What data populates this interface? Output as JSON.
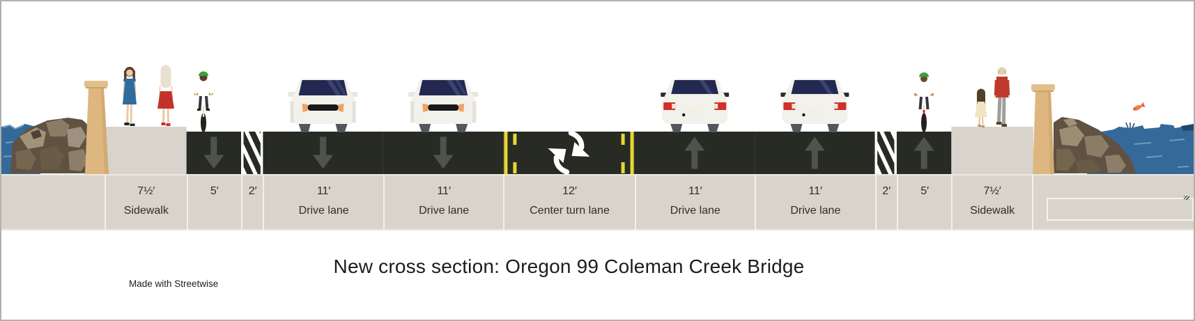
{
  "title": "New cross section: Oregon 99 Coleman Creek Bridge",
  "credit": "Made with Streetwise",
  "right_label_box": {
    "value": ""
  },
  "lanes": [
    {
      "name": "sidewalk-left",
      "dim": "7½′",
      "label": "Sidewalk",
      "width_ft": 7.5,
      "surface": "sidewalk",
      "direction": ""
    },
    {
      "name": "bike-lane-left",
      "dim": "5′",
      "label": "",
      "width_ft": 5,
      "surface": "asphalt",
      "direction": "down"
    },
    {
      "name": "buffer-left",
      "dim": "2′",
      "label": "",
      "width_ft": 2,
      "surface": "buffer",
      "direction": ""
    },
    {
      "name": "drive-lane-1",
      "dim": "11′",
      "label": "Drive lane",
      "width_ft": 11,
      "surface": "asphalt",
      "direction": "down"
    },
    {
      "name": "drive-lane-2",
      "dim": "11′",
      "label": "Drive lane",
      "width_ft": 11,
      "surface": "asphalt",
      "direction": "down"
    },
    {
      "name": "center-turn-lane",
      "dim": "12′",
      "label": "Center turn lane",
      "width_ft": 12,
      "surface": "center",
      "direction": "both"
    },
    {
      "name": "drive-lane-3",
      "dim": "11′",
      "label": "Drive lane",
      "width_ft": 11,
      "surface": "asphalt",
      "direction": "up"
    },
    {
      "name": "drive-lane-4",
      "dim": "11′",
      "label": "Drive lane",
      "width_ft": 11,
      "surface": "asphalt",
      "direction": "up"
    },
    {
      "name": "buffer-right",
      "dim": "2′",
      "label": "",
      "width_ft": 2,
      "surface": "buffer",
      "direction": ""
    },
    {
      "name": "bike-lane-right",
      "dim": "5′",
      "label": "",
      "width_ft": 5,
      "surface": "asphalt",
      "direction": "up"
    },
    {
      "name": "sidewalk-right",
      "dim": "7½′",
      "label": "Sidewalk",
      "width_ft": 7.5,
      "surface": "sidewalk",
      "direction": ""
    }
  ],
  "colors": {
    "asphalt": "#272b24",
    "band": "#d8d4cb",
    "lane_marking_yellow": "#e8d734",
    "arrow_gray": "#4e534b",
    "water": "#35699a",
    "pillar_tan": "#ddb77f",
    "rock_brown": "#5f5242"
  }
}
